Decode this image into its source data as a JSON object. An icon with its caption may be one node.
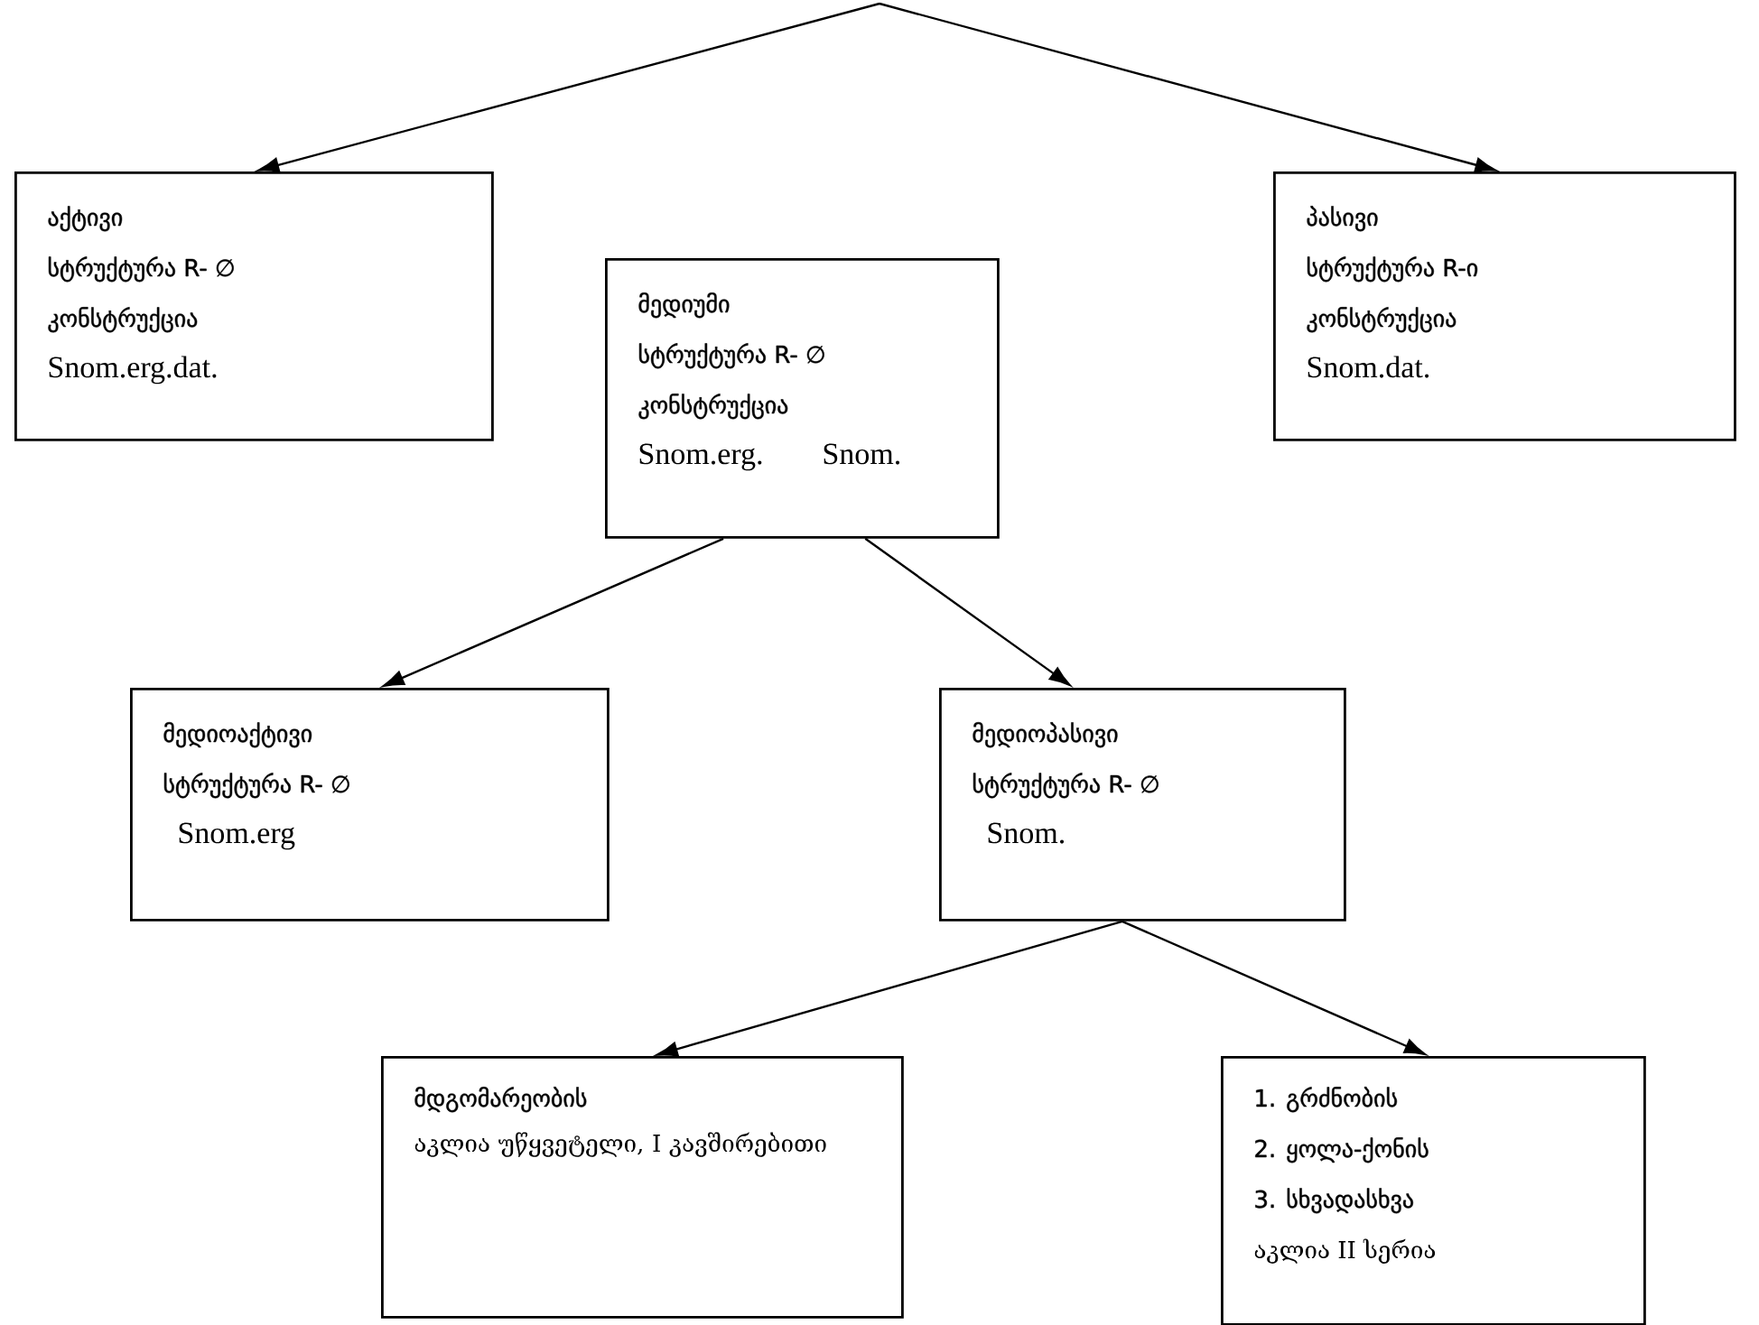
{
  "diagram": {
    "nodes": [
      {
        "text": [
          "აქტივი",
          "სტრუქტურა R- ∅",
          "კონსტრუქცია",
          "Snom.erg.dat."
        ]
      },
      {
        "text": [
          "მედიუმი",
          "სტრუქტურა R- ∅",
          "კონსტრუქცია",
          "Snom.erg.",
          "Snom."
        ]
      },
      {
        "text": [
          "პასივი",
          "სტრუქტურა R-ი",
          "კონსტრუქცია",
          "Snom.dat."
        ]
      },
      {
        "text": [
          "მედიოაქტივი",
          "სტრუქტურა R- ∅",
          "Snom.erg"
        ]
      },
      {
        "text": [
          "მედიოპასივი",
          "სტრუქტურა R- ∅",
          "Snom."
        ]
      },
      {
        "text": [
          "მდგომარეობის",
          "აკლია უწყვეტელი, I კავშირებითი"
        ]
      },
      {
        "text": [
          "1. გრძნობის",
          "2. ყოლა-ქონის",
          "3. სხვადასხვა",
          "აკლია II სერია"
        ]
      }
    ],
    "edges": [
      {
        "from": null,
        "to": 0,
        "arrow": "to"
      },
      {
        "from": null,
        "to": 2,
        "arrow": "to"
      },
      {
        "from": 1,
        "to": 3,
        "arrow": "to"
      },
      {
        "from": 1,
        "to": 4,
        "arrow": "to"
      },
      {
        "from": 4,
        "to": 5,
        "arrow": "to"
      },
      {
        "from": 4,
        "to": 6,
        "arrow": "to"
      }
    ]
  }
}
